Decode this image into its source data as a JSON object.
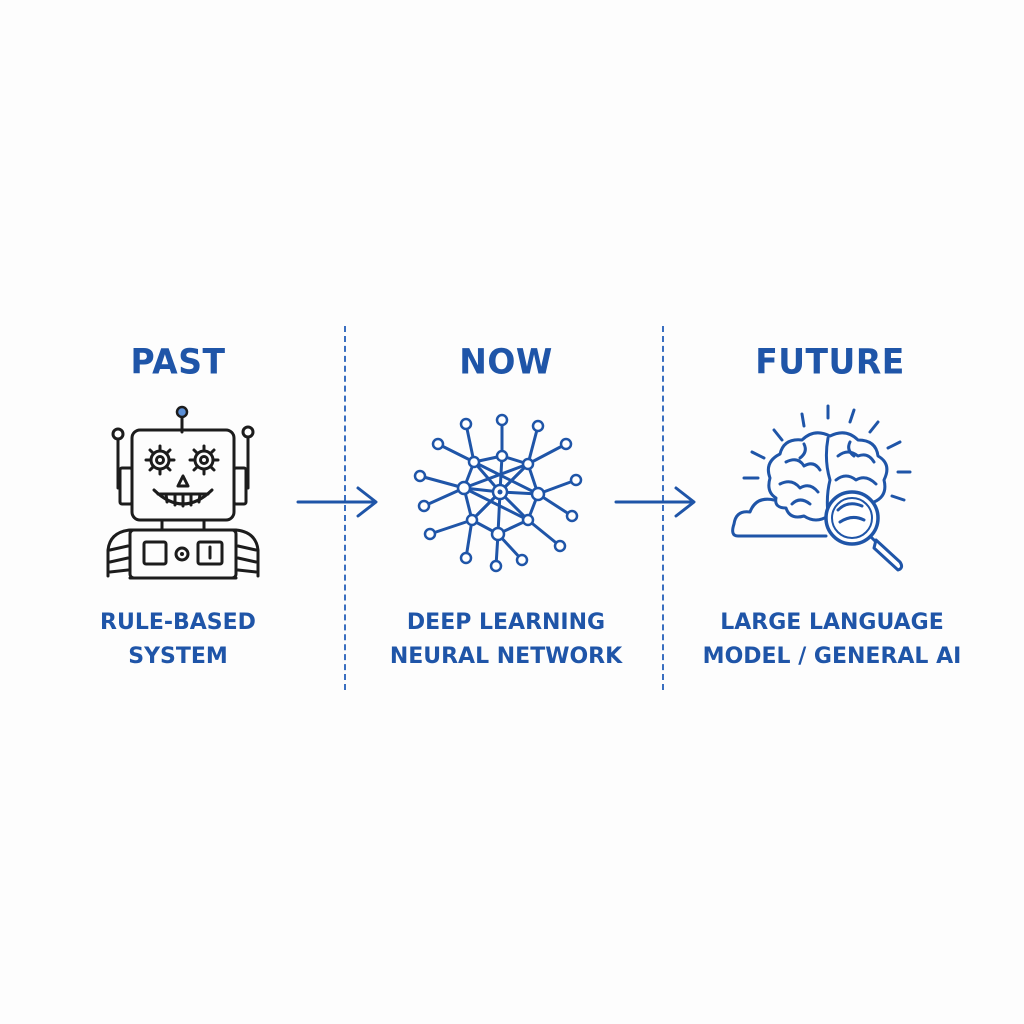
{
  "stages": [
    {
      "heading": "PAST",
      "caption_line1": "RULE-BASED",
      "caption_line2": "SYSTEM",
      "icon": "robot-icon"
    },
    {
      "heading": "NOW",
      "caption_line1": "DEEP LEARNING",
      "caption_line2": "NEURAL NETWORK",
      "icon": "neural-network-icon"
    },
    {
      "heading": "FUTURE",
      "caption_line1": "LARGE LANGUAGE",
      "caption_line2": "MODEL / GENERAL AI",
      "icon": "brain-magnifier-icon"
    }
  ],
  "arrows": [
    "arrow-right-icon",
    "arrow-right-icon"
  ],
  "colors": {
    "accent": "#1f55a8",
    "ink": "#1c1c1c",
    "background": "#fdfdfd"
  }
}
